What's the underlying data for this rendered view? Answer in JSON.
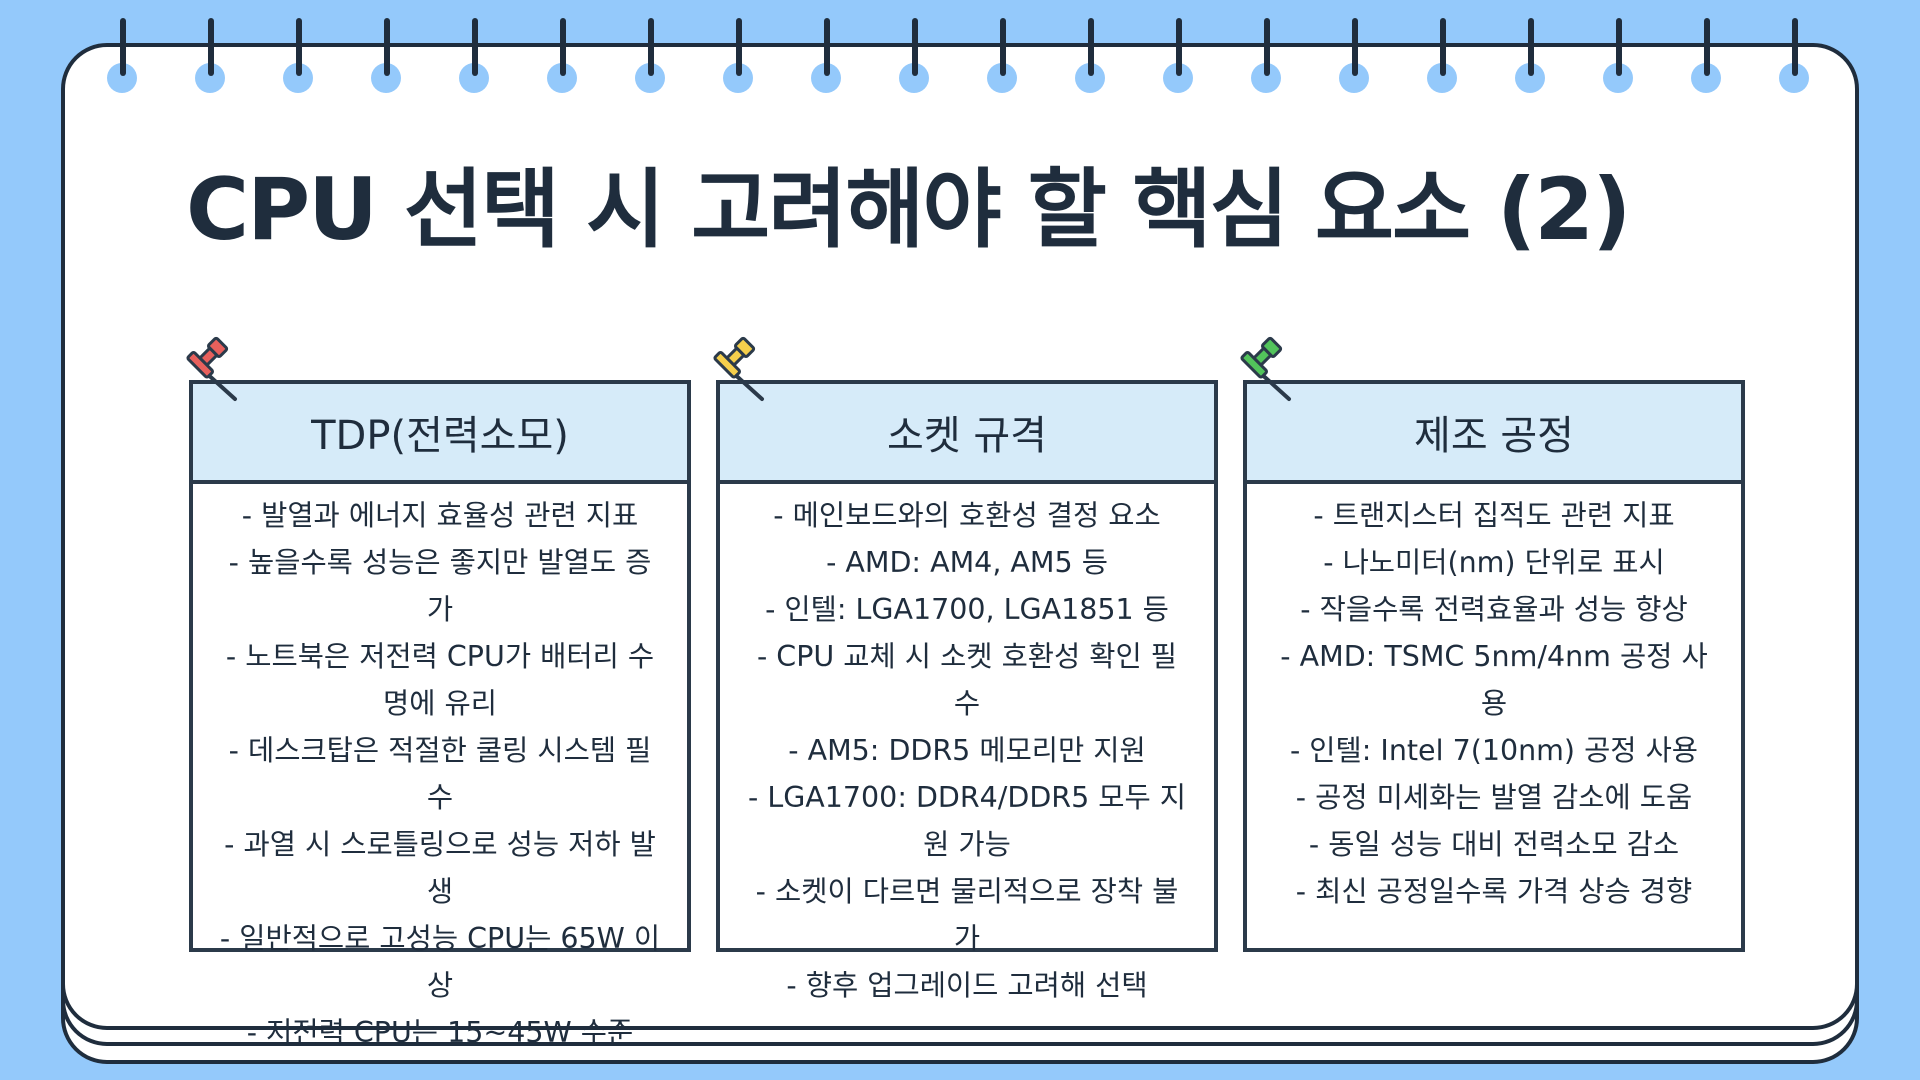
{
  "title": "CPU 선택 시 고려해야 할 핵심 요소 (2)",
  "colors": {
    "background": "#94c9fb",
    "ink": "#1f2d3d",
    "card_header": "#d6ebf9",
    "pin_red": "#e8605c",
    "pin_yellow": "#f5cf4c",
    "pin_green": "#52c45b"
  },
  "cards": [
    {
      "title": "TDP(전력소모)",
      "pin": "red-pushpin-icon",
      "lines": [
        "- 발열과 에너지 효율성 관련 지표",
        "- 높을수록 성능은 좋지만 발열도 증가",
        "- 노트북은 저전력 CPU가 배터리 수명에 유리",
        "- 데스크탑은 적절한 쿨링 시스템 필수",
        "- 과열 시 스로틀링으로 성능 저하 발생",
        "- 일반적으로 고성능 CPU는 65W 이상",
        "- 저전력 CPU는 15~45W 수준"
      ]
    },
    {
      "title": "소켓 규격",
      "pin": "yellow-pushpin-icon",
      "lines": [
        "- 메인보드와의 호환성 결정 요소",
        "- AMD: AM4, AM5 등",
        "- 인텔: LGA1700, LGA1851 등",
        "- CPU 교체 시 소켓 호환성 확인 필수",
        "- AM5: DDR5 메모리만 지원",
        "- LGA1700: DDR4/DDR5 모두 지원 가능",
        "- 소켓이 다르면 물리적으로 장착 불가",
        "- 향후 업그레이드 고려해 선택"
      ]
    },
    {
      "title": "제조 공정",
      "pin": "green-pushpin-icon",
      "lines": [
        "- 트랜지스터 집적도 관련 지표",
        "- 나노미터(nm) 단위로 표시",
        "- 작을수록 전력효율과 성능 향상",
        "- AMD: TSMC 5nm/4nm 공정 사용",
        "- 인텔: Intel 7(10nm) 공정 사용",
        "- 공정 미세화는 발열 감소에 도움",
        "- 동일 성능 대비 전력소모 감소",
        "- 최신 공정일수록 가격 상승 경향"
      ]
    }
  ]
}
